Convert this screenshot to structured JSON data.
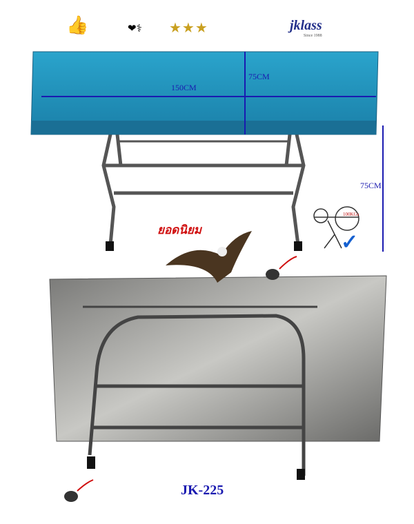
{
  "dimensions": {
    "width_label": "150CM",
    "depth_label": "75CM",
    "height_label": "75CM"
  },
  "badges": {
    "thumbs_up": "👍",
    "stars": "★★★"
  },
  "brand": {
    "logo_text": "jklass",
    "tagline": "Since 1988"
  },
  "popular_label": "ยอดนิยม",
  "load_label": "100KGs",
  "model": "JK-225",
  "colors": {
    "tabletop": "#1e8fb8",
    "dimension_line": "#1a1ab0",
    "popular": "#d01010"
  }
}
